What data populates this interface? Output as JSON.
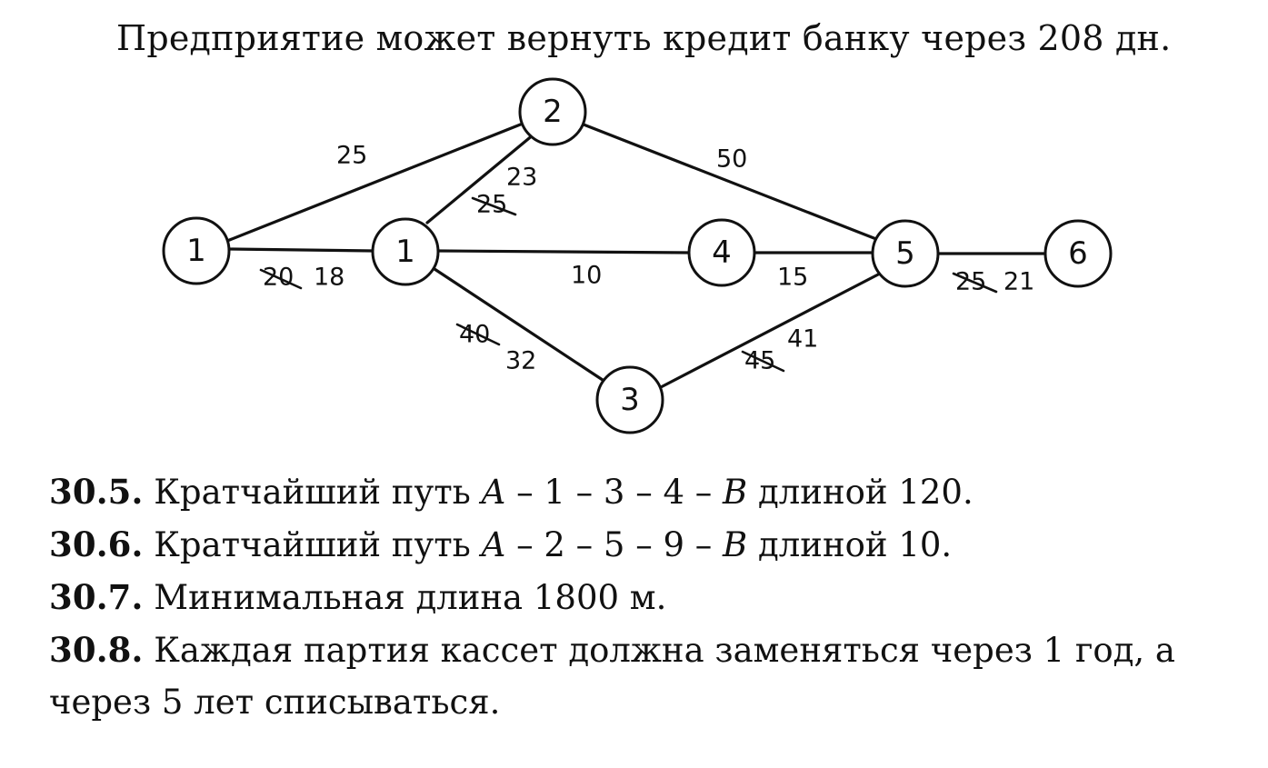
{
  "header": {
    "intro_text": "Предприятие может вернуть кредит банку через 208 дн."
  },
  "diagram": {
    "nodes": [
      {
        "id": "n1",
        "label": "1"
      },
      {
        "id": "n1b",
        "label": "1"
      },
      {
        "id": "n2",
        "label": "2"
      },
      {
        "id": "n3",
        "label": "3"
      },
      {
        "id": "n4",
        "label": "4"
      },
      {
        "id": "n5",
        "label": "5"
      },
      {
        "id": "n6",
        "label": "6"
      }
    ],
    "edges": [
      {
        "id": "e1",
        "from": "n1",
        "to": "n2",
        "weight": "25"
      },
      {
        "id": "e2",
        "from": "n1",
        "to": "n1b",
        "old_weight": "20",
        "new_weight": "18"
      },
      {
        "id": "e3",
        "from": "n1b",
        "to": "n2",
        "old_weight": "25",
        "new_weight": "23"
      },
      {
        "id": "e4",
        "from": "n1b",
        "to": "n4",
        "weight": "10"
      },
      {
        "id": "e5",
        "from": "n1b",
        "to": "n3",
        "old_weight": "40",
        "new_weight": "32"
      },
      {
        "id": "e6",
        "from": "n2",
        "to": "n5",
        "weight": "50"
      },
      {
        "id": "e7",
        "from": "n4",
        "to": "n5",
        "weight": "15"
      },
      {
        "id": "e8",
        "from": "n3",
        "to": "n5",
        "old_weight": "45",
        "new_weight": "41"
      },
      {
        "id": "e9",
        "from": "n5",
        "to": "n6",
        "old_weight": "25",
        "new_weight": "21"
      }
    ]
  },
  "answers": [
    {
      "number": "30.5.",
      "text_parts": [
        "Кратчайший путь ",
        "A",
        " – 1 – 3 – 4 – ",
        "B",
        " длиной 120."
      ]
    },
    {
      "number": "30.6.",
      "text_parts": [
        "Кратчайший путь ",
        "A",
        " – 2 – 5 – 9 – ",
        "B",
        " длиной 10."
      ]
    },
    {
      "number": "30.7.",
      "text": "Минимальная длина 1800 м."
    },
    {
      "number": "30.8.",
      "text": "Каждая партия кассет должна заменяться через 1 год, а",
      "continuation": "через 5 лет списываться."
    }
  ]
}
